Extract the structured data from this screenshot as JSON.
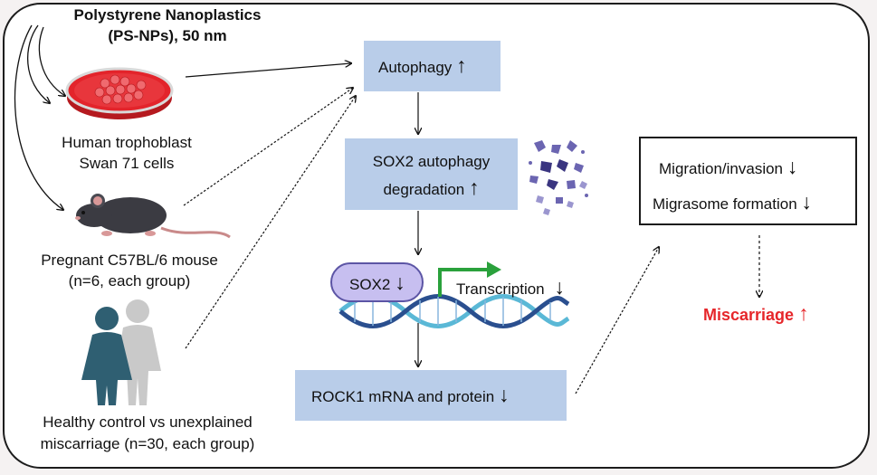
{
  "source": {
    "title_line1": "Polystyrene Nanoplastics",
    "title_line2": "(PS-NPs), 50 nm"
  },
  "models": {
    "cells": {
      "line1": "Human trophoblast",
      "line2": "Swan 71 cells",
      "image": "petri-dish-icon"
    },
    "mouse": {
      "line1": "Pregnant C57BL/6 mouse",
      "line2": "(n=6, each group)",
      "image": "mouse-icon"
    },
    "human": {
      "line1": "Healthy control vs unexplained",
      "line2": "miscarriage (n=30, each group)",
      "image": "women-silhouette-icon"
    }
  },
  "pathway": {
    "autophagy": {
      "label": "Autophagy",
      "arrow": "↑"
    },
    "sox2_degradation": {
      "line1": "SOX2 autophagy",
      "line2": "degradation",
      "arrow": "↑"
    },
    "sox2_pill": {
      "label": "SOX2",
      "arrow": "↓"
    },
    "transcription": {
      "label": "Transcription",
      "arrow": "↓"
    },
    "rock1": {
      "label": "ROCK1 mRNA and protein",
      "arrow": "↓"
    }
  },
  "outcomes": {
    "migration": {
      "label": "Migration/invasion",
      "arrow": "↓"
    },
    "migrasome": {
      "label": "Migrasome formation",
      "arrow": "↓"
    },
    "miscarriage": {
      "label": "Miscarriage",
      "arrow": "↑"
    }
  },
  "colors": {
    "box_fill": "#b9cde9",
    "pill_fill": "#c7bff0",
    "emphasis": "#e6262a",
    "transcription_arrow": "#2aa13c",
    "petri_red": "#e3242b",
    "mouse_body": "#3b3b42",
    "woman_dark": "#2f5f72",
    "woman_light": "#c9c9c9",
    "fragments": "#6b65b1",
    "dna_light": "#5ab8d6",
    "dna_dark": "#2a4f8f"
  }
}
